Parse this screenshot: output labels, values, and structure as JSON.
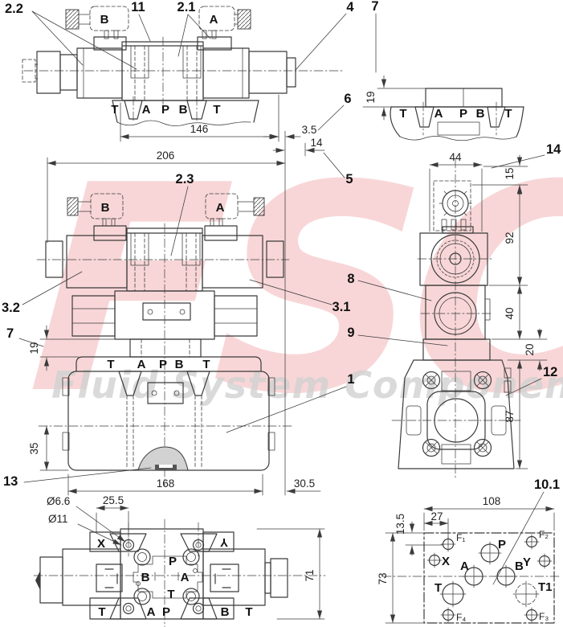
{
  "watermark": {
    "logo": "FSC",
    "tagline": "Fluid System Components",
    "tm": "™"
  },
  "callouts": {
    "c22": "2.2",
    "c11": "11",
    "c21": "2.1",
    "c4": "4",
    "c7_top": "7",
    "c6": "6",
    "c5": "5",
    "c14": "14",
    "c23": "2.3",
    "c32": "3.2",
    "c31": "3.1",
    "c7_left": "7",
    "c1": "1",
    "c8": "8",
    "c9": "9",
    "c12": "12",
    "c13": "13",
    "c101": "10.1"
  },
  "views": {
    "front": {
      "coil_left": "B",
      "coil_right": "A",
      "ports": [
        "T",
        "A",
        "P",
        "B",
        "T"
      ],
      "dim_146": "146",
      "dim_3_5": "3.5",
      "dim_14": "14"
    },
    "end_section": {
      "ports": [
        "T",
        "A",
        "P",
        "B",
        "T"
      ],
      "dim_19": "19"
    },
    "assembly": {
      "coil_left": "B",
      "coil_right": "A",
      "ports": [
        "T",
        "A",
        "P",
        "B",
        "T"
      ],
      "dim_206": "206",
      "dim_19": "19",
      "dim_35": "35",
      "dim_168": "168",
      "dim_30_5": "30.5"
    },
    "side": {
      "dim_44": "44",
      "dim_15": "15",
      "dim_92": "92",
      "dim_40": "40",
      "dim_20": "20",
      "dim_87": "87"
    },
    "top": {
      "label_x": "X",
      "label_y": "Y",
      "port_p": "P",
      "port_b": "B",
      "port_a": "A",
      "port_t": "T",
      "ports_bottom": [
        "T",
        "A",
        "P",
        "B",
        "T"
      ],
      "dim_dia66": "Ø6.6",
      "dim_255": "25.5",
      "dim_dia11": "Ø11",
      "dim_71": "71"
    },
    "interface": {
      "dim_108": "108",
      "dim_27": "27",
      "dim_135": "13.5",
      "dim_73": "73",
      "hole_f1": "F₁",
      "hole_f2": "F₂",
      "hole_f3": "F₃",
      "hole_f4": "F₄",
      "port_p": "P",
      "port_x": "X",
      "port_y": "Y",
      "port_a": "A",
      "port_b": "B",
      "port_t": "T",
      "port_t1": "T1"
    }
  }
}
